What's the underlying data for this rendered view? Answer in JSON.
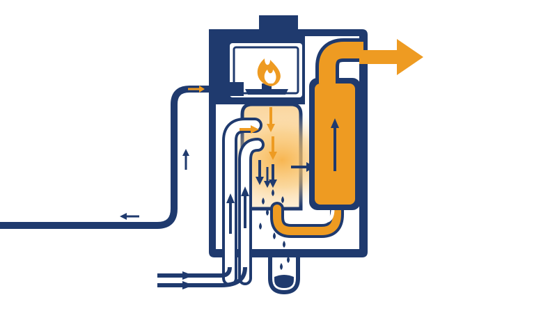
{
  "diagram": {
    "kind": "condensing boiler schematic",
    "has_text": false
  },
  "colors": {
    "navy": "#1f3a6e",
    "orange": "#ee9b22",
    "orange_dark": "#d9821a",
    "cream": "#fde7c4",
    "white": "#ffffff"
  },
  "components": [
    {
      "id": "boiler-casing",
      "icon": "boiler-cabinet"
    },
    {
      "id": "burner-flame",
      "icon": "flame-icon"
    },
    {
      "id": "gas-supply-pipe",
      "icon": "pipe"
    },
    {
      "id": "heat-exchanger",
      "icon": "heat-exchanger"
    },
    {
      "id": "flue-collector",
      "icon": "flue-duct"
    },
    {
      "id": "flue-outlet",
      "icon": "arrow-right-icon"
    },
    {
      "id": "condensate-trap",
      "icon": "condensate-trap"
    },
    {
      "id": "return-inlet",
      "icon": "double-arrow-right-icon"
    },
    {
      "id": "flow-outlet",
      "icon": "arrow-left-icon"
    }
  ]
}
